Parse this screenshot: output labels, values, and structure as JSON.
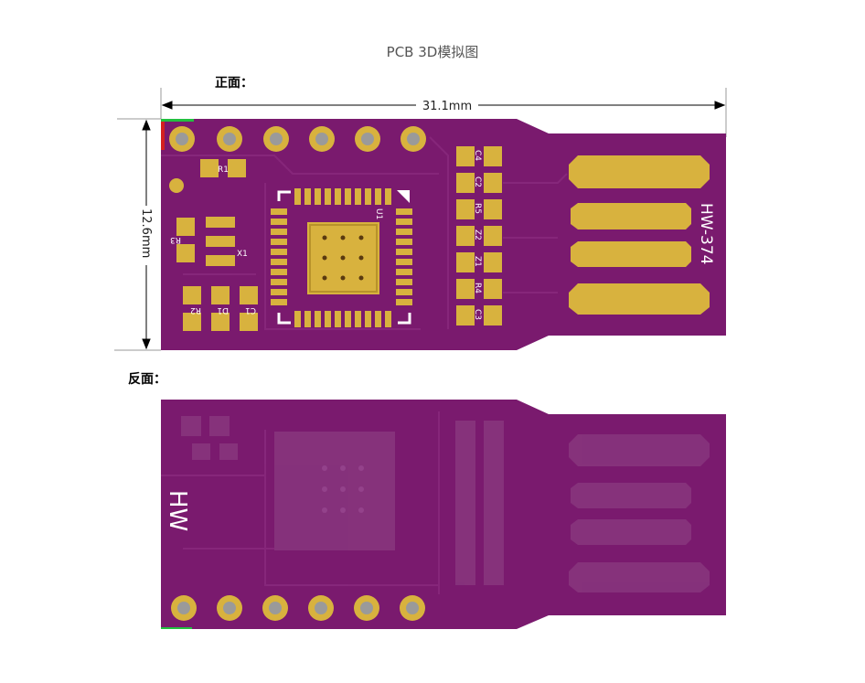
{
  "title": "PCB 3D模拟图",
  "front_label": "正面：",
  "back_label": "反面：",
  "dim_width": "31.1mm",
  "dim_height": "12.6mm",
  "board_text_front": "HW-374",
  "board_text_back": "HW",
  "chip_label": "U1",
  "components_left": [
    "R1",
    "R3",
    "X1",
    "R2",
    "D1",
    "C1"
  ],
  "components_right": [
    "C4",
    "C2",
    "R5",
    "Z2",
    "Z1",
    "R4",
    "C3"
  ],
  "colors": {
    "board": "#7a1a6e",
    "board_dark": "#6a1560",
    "pad_gold": "#d8b23e",
    "pad_edge": "#b8922a",
    "silk": "#ffffff"
  }
}
